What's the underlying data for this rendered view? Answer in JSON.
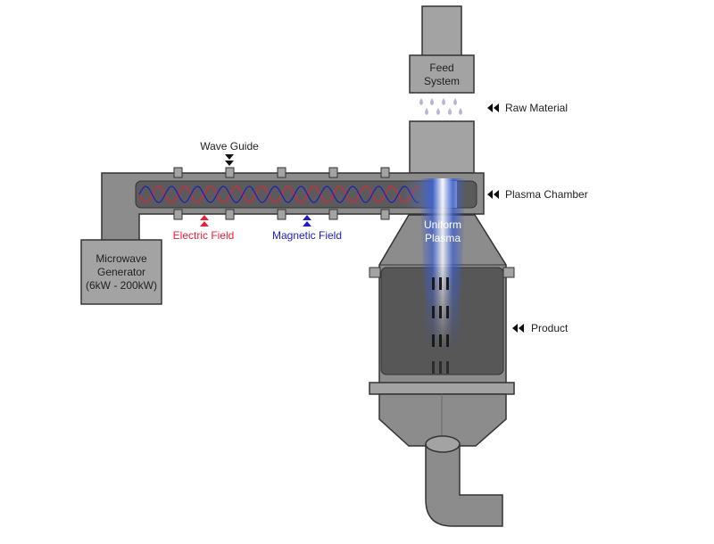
{
  "labels": {
    "feed_system": [
      "Feed",
      "System"
    ],
    "raw_material": "Raw Material",
    "plasma_chamber": "Plasma Chamber",
    "wave_guide": "Wave Guide",
    "uniform_plasma": [
      "Uniform",
      "Plasma"
    ],
    "electric_field": "Electric Field",
    "magnetic_field": "Magnetic Field",
    "microwave_generator": [
      "Microwave",
      "Generator",
      "(6kW - 200kW)"
    ],
    "product": "Product"
  },
  "colors": {
    "electric": "#e4223b",
    "magnetic": "#1c1ec0",
    "metal": "#8c8c8c",
    "metal_dark": "#575757",
    "metal_light": "#a3a3a3",
    "outline": "#333333",
    "plasma": "#3c5fd0",
    "droplet": "#b9b6d4"
  },
  "icons": [
    "arrow-down-icon",
    "arrow-up-icon",
    "double-arrow-left-icon"
  ]
}
